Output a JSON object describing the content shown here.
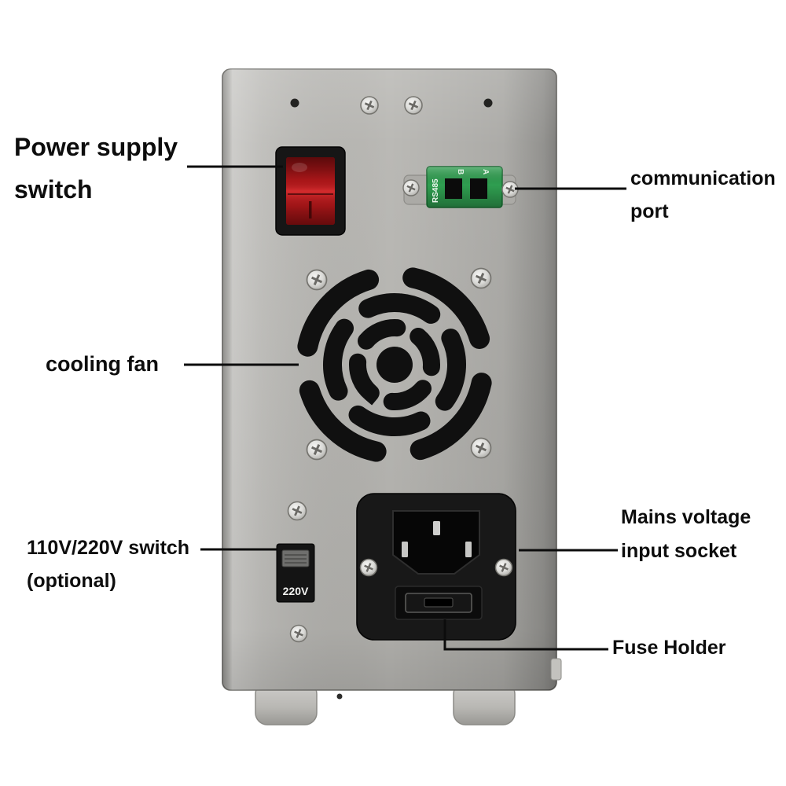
{
  "colors": {
    "background": "#ffffff",
    "panel_gray": "#b7b6b2",
    "switch_red": "#c2191c",
    "connector_green": "#2f9e50",
    "hardware_black": "#141414",
    "leader_line": "#0c0c0c",
    "text": "#0d0d0d"
  },
  "annotations": {
    "power_switch": {
      "line1": "Power supply",
      "line2": "switch"
    },
    "cooling_fan": {
      "label": "cooling fan"
    },
    "voltage_switch": {
      "line1": "110V/220V switch",
      "line2": "(optional)"
    },
    "comm_port": {
      "line1": "communication",
      "line2": "port"
    },
    "mains_socket": {
      "line1": "Mains voltage",
      "line2": "input socket"
    },
    "fuse_holder": {
      "label": "Fuse Holder"
    }
  },
  "device": {
    "voltage_selector_label": "220V",
    "comm_port_type": "RS485",
    "comm_pin_b": "B",
    "comm_pin_a": "A"
  }
}
